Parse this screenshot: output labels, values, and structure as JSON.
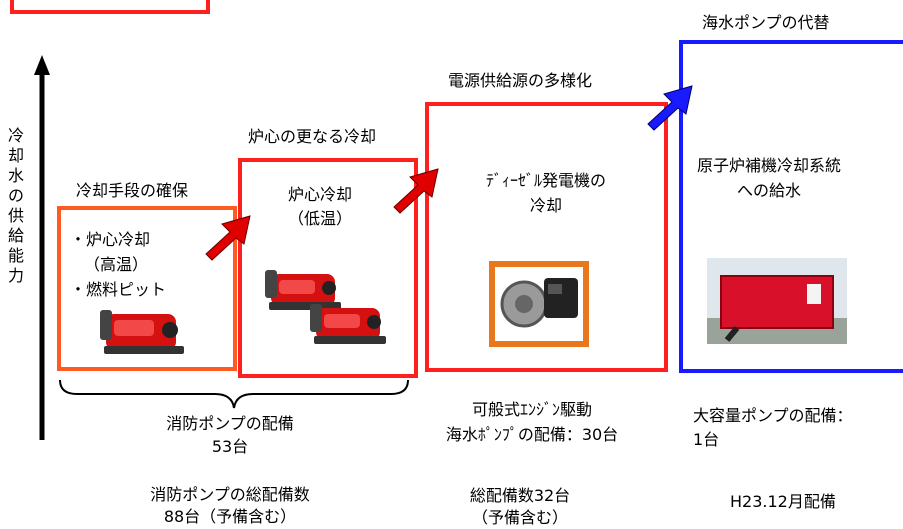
{
  "colors": {
    "box_red": "#ff1f1f",
    "box_orange": "#ff5a1f",
    "box_blue": "#1a1aff",
    "arrow_red": "#e00000",
    "arrow_blue": "#1a1aff"
  },
  "axis": {
    "label": "冷却水の供給能力",
    "chars": [
      "冷",
      "却",
      "水",
      "の",
      "供",
      "給",
      "能",
      "力"
    ]
  },
  "stages": {
    "s1": {
      "header": "冷却手段の確保",
      "lines": [
        "・炉心冷却",
        "（高温）",
        "・燃料ピット"
      ]
    },
    "s2": {
      "header": "炉心の更なる冷却",
      "lines": [
        "炉心冷却",
        "（低温）"
      ]
    },
    "s3": {
      "header": "電源供給源の多様化",
      "lines": [
        "ﾃﾞｨｰｾﾞﾙ発電機の",
        "冷却"
      ]
    },
    "s4": {
      "header": "海水ポンプの代替",
      "lines": [
        "原子炉補機冷却系統",
        "への給水"
      ]
    }
  },
  "deploy": {
    "pumps": [
      "消防ポンプの配備",
      "53台"
    ],
    "engine": [
      "可般式ｴﾝｼﾞﾝ駆動",
      "海水ﾎﾟﾝﾌﾟの配備：30台"
    ],
    "large": [
      "大容量ポンプの配備：",
      "1台"
    ]
  },
  "totals": {
    "pumps": [
      "消防ポンプの総配備数",
      "88台（予備含む）"
    ],
    "engine": [
      "総配備数32台",
      "（予備含む）"
    ],
    "large": [
      "H23.12月配備"
    ]
  },
  "icons": {
    "pump1": "fire-pump-icon",
    "pump2": "fire-pump-icon",
    "pump3": "fire-pump-icon",
    "engine_pump": "engine-pump-icon",
    "container": "pump-container-icon"
  }
}
